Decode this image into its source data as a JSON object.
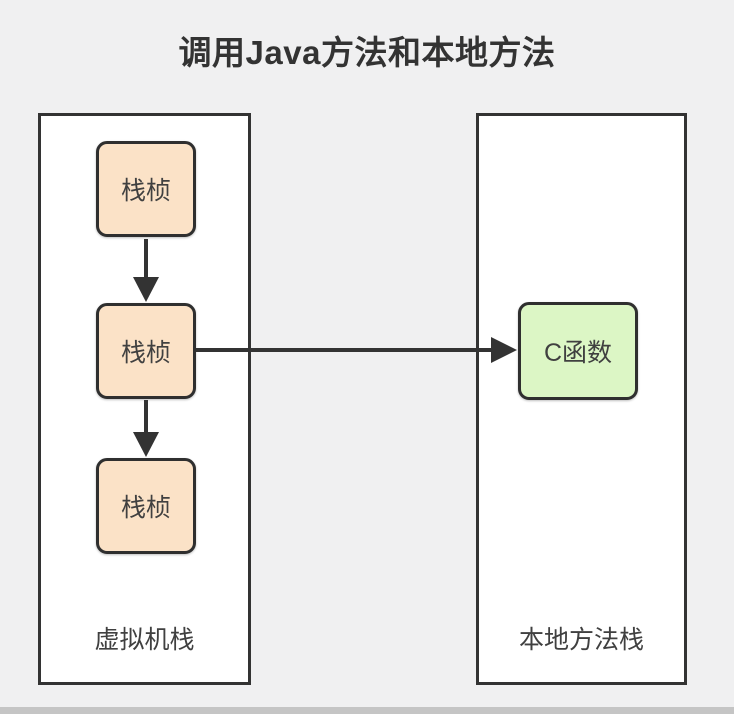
{
  "title": "调用Java方法和本地方法",
  "left_panel": {
    "label": "虚拟机栈",
    "frames": [
      {
        "label": "栈桢"
      },
      {
        "label": "栈桢"
      },
      {
        "label": "栈桢"
      }
    ]
  },
  "right_panel": {
    "label": "本地方法栈",
    "node": {
      "label": "C函数"
    }
  },
  "colors": {
    "background": "#f0f0f1",
    "container_fill": "#ffffff",
    "container_border": "#333333",
    "frame_fill": "#fbe2c7",
    "frame_border": "#2f2f2f",
    "c_function_fill": "#dcf6c5",
    "text": "#404040",
    "title_text": "#333333",
    "arrow": "#333333",
    "scrollbar": "#c5c5c5"
  }
}
